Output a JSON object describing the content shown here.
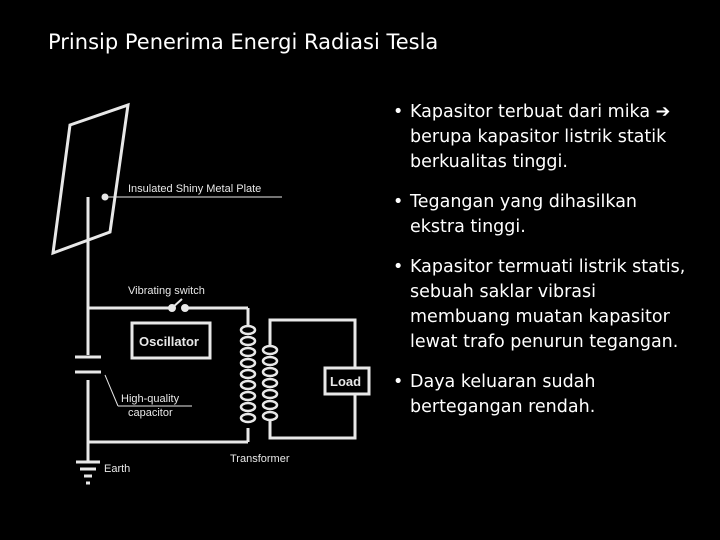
{
  "slide": {
    "title": "Prinsip Penerima Energi Radiasi Tesla"
  },
  "diagram": {
    "labels": {
      "plate": "Insulated Shiny Metal Plate",
      "switch": "Vibrating switch",
      "oscillator": "Oscillator",
      "load": "Load",
      "capacitor_line1": "High-quality",
      "capacitor_line2": "capacitor",
      "earth": "Earth",
      "transformer": "Transformer"
    }
  },
  "bullets": [
    {
      "text": "Kapasitor terbuat dari mika ➔ berupa kapasitor listrik statik berkualitas tinggi."
    },
    {
      "text": "Tegangan yang dihasilkan ekstra tinggi."
    },
    {
      "text": "Kapasitor termuati listrik statis, sebuah saklar vibrasi membuang muatan kapasitor lewat trafo penurun tegangan."
    },
    {
      "text": "Daya keluaran sudah bertegangan rendah."
    }
  ],
  "colors": {
    "background": "#000000",
    "text": "#ffffff",
    "diagram_line": "#e8e8e8"
  }
}
